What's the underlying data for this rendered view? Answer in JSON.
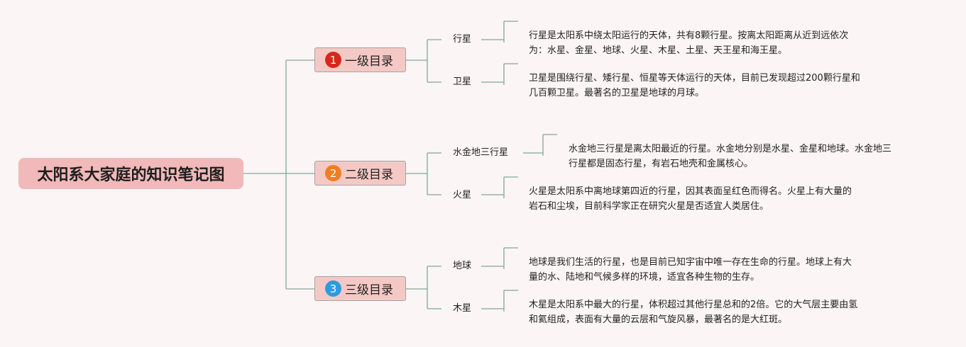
{
  "root": {
    "title": "太阳系大家庭的知识笔记图"
  },
  "levels": [
    {
      "number": "1",
      "label": "一级目录",
      "color": "#d9261c",
      "topics": [
        {
          "name": "行星",
          "desc": [
            "行星是太阳系中绕太阳运行的天体，共有8颗行星。按离太阳距离从近到远依次",
            "为：水星、金星、地球、火星、木星、土星、天王星和海王星。"
          ]
        },
        {
          "name": "卫星",
          "desc": [
            "卫星是围绕行星、矮行星、恒星等天体运行的天体，目前已发现超过200颗行星和",
            "几百颗卫星。最著名的卫星是地球的月球。"
          ]
        }
      ]
    },
    {
      "number": "2",
      "label": "二级目录",
      "color": "#ef7d22",
      "topics": [
        {
          "name": "水金地三行星",
          "desc": [
            "水金地三行星是离太阳最近的行星。水金地分别是水星、金星和地球。水金地三",
            "行星都是固态行星，有岩石地壳和金属核心。"
          ]
        },
        {
          "name": "火星",
          "desc": [
            "火星是太阳系中离地球第四近的行星，因其表面呈红色而得名。火星上有大量的",
            "岩石和尘埃，目前科学家正在研究火星是否适宜人类居住。"
          ]
        }
      ]
    },
    {
      "number": "3",
      "label": "三级目录",
      "color": "#2e9be0",
      "topics": [
        {
          "name": "地球",
          "desc": [
            "地球是我们生活的行星，也是目前已知宇宙中唯一存在生命的行星。地球上有大",
            "量的水、陆地和气候多样的环境，适宜各种生物的生存。"
          ]
        },
        {
          "name": "木星",
          "desc": [
            "木星是太阳系中最大的行星，体积超过其他行星总和的2倍。它的大气层主要由氢",
            "和氦组成，表面有大量的云层和气旋风暴，最著名的是大红斑。"
          ]
        }
      ]
    }
  ],
  "colors": {
    "line": "#7fa89c",
    "root_fill": "#f1b9b9",
    "level_fill": "#f4c9c5"
  }
}
